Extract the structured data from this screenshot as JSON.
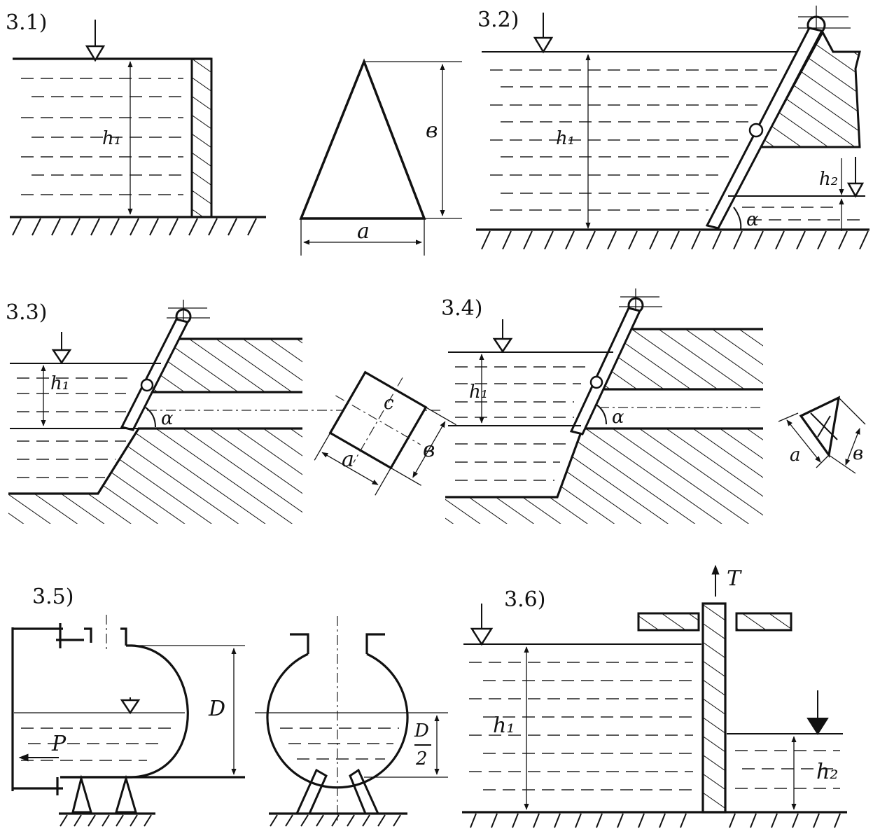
{
  "figures": [
    {
      "id": "3.1",
      "label": "3.1)",
      "h_label": "h₁",
      "a_label": "a",
      "b_label": "в"
    },
    {
      "id": "3.2",
      "label": "3.2)",
      "h1_label": "h₁",
      "h2_label": "h₂",
      "angle_label": "𝛼"
    },
    {
      "id": "3.3",
      "label": "3.3)",
      "h_label": "h₁",
      "angle_label": "𝛼",
      "a_label": "a",
      "b_label": "в",
      "c_label": "c"
    },
    {
      "id": "3.4",
      "label": "3.4)",
      "h_label": "h₁",
      "angle_label": "𝛼",
      "a_label": "a",
      "b_label": "в"
    },
    {
      "id": "3.5",
      "label": "3.5)",
      "D_label": "D",
      "P_label": "P",
      "half_num": "D",
      "half_den": "2"
    },
    {
      "id": "3.6",
      "label": "3.6)",
      "T_label": "T",
      "h1_label": "h₁",
      "h2_label": "h₂"
    }
  ]
}
